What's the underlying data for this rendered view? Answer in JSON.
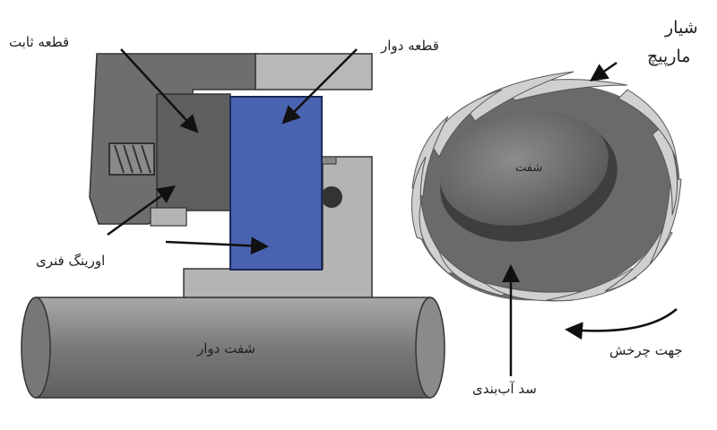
{
  "labels": {
    "stationary_part": "قطعه ثابت",
    "rotating_part": "قطعه دوار",
    "spiral_groove_line1": "شیار",
    "spiral_groove_line2": "مارپیچ",
    "shaft": "شفت",
    "spring_oring": "اورینگ فنری",
    "rotating_shaft": "شفت دوار",
    "rotation_direction": "جهت چرخش",
    "sealing_dam": "سد آب‌بندی"
  },
  "colors": {
    "rotating_part": "#4a63b0",
    "housing_dark": "#6e6e6e",
    "housing_light": "#b4b4b4",
    "shaft": "#8a8a8a"
  }
}
